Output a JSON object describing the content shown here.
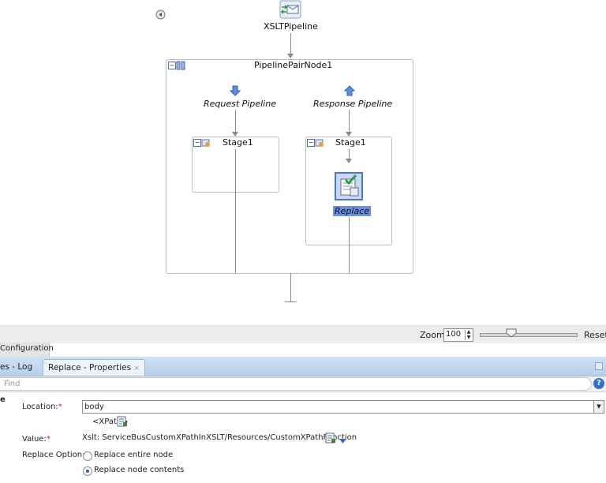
{
  "canvas": {
    "service_name": "XSLTPipeline",
    "pair_node": "PipelinePairNode1",
    "request_pipeline": "Request Pipeline",
    "response_pipeline": "Response Pipeline",
    "request_stage": "Stage1",
    "response_stage": "Stage1",
    "action": "Replace"
  },
  "zoom": {
    "label": "Zoom:",
    "value": "100",
    "reset_label": "Reset"
  },
  "config_tab": "Configuration",
  "tabs": {
    "log_tab": "es - Log",
    "active_tab": "Replace - Properties"
  },
  "find": {
    "placeholder": "Find"
  },
  "props": {
    "section_char": "e",
    "location_label": "Location:",
    "location_value": "body",
    "xpath_label": "<XPath>",
    "value_label": "Value:",
    "value_text": "Xslt: ServiceBusCustomXPathInXSLT/Resources/CustomXPathFunction",
    "replace_option_label": "Replace Option:",
    "option_entire": "Replace entire node",
    "option_contents": "Replace node contents",
    "required_mark": "*"
  },
  "colors": {
    "accent": "#2f6fd0",
    "tab_strip": "#b7d0ea",
    "selection": "#6b8fe0"
  }
}
